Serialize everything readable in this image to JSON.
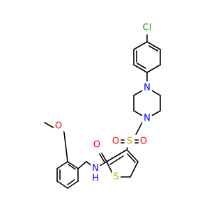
{
  "atoms": [
    {
      "id": "cl",
      "label": "Cl",
      "color": "#00a000"
    },
    {
      "id": "n_top",
      "label": "N",
      "color": "#0000ff"
    },
    {
      "id": "n_bottom",
      "label": "N",
      "color": "#0000ff"
    },
    {
      "id": "s_sulfonyl",
      "label": "S",
      "color": "#c8a000"
    },
    {
      "id": "o_sulfonyl_left",
      "label": "O",
      "color": "#ff0000"
    },
    {
      "id": "o_sulfonyl_right",
      "label": "O",
      "color": "#ff0000"
    },
    {
      "id": "o_carbonyl",
      "label": "O",
      "color": "#ff0000"
    },
    {
      "id": "o_methoxy",
      "label": "O",
      "color": "#ff0000"
    },
    {
      "id": "n_amide",
      "label": "N",
      "color": "#0000ff"
    },
    {
      "id": "h_amide",
      "label": "H",
      "color": "#0000ff"
    },
    {
      "id": "s_thiophene",
      "label": "S",
      "color": "#c8a000"
    }
  ]
}
